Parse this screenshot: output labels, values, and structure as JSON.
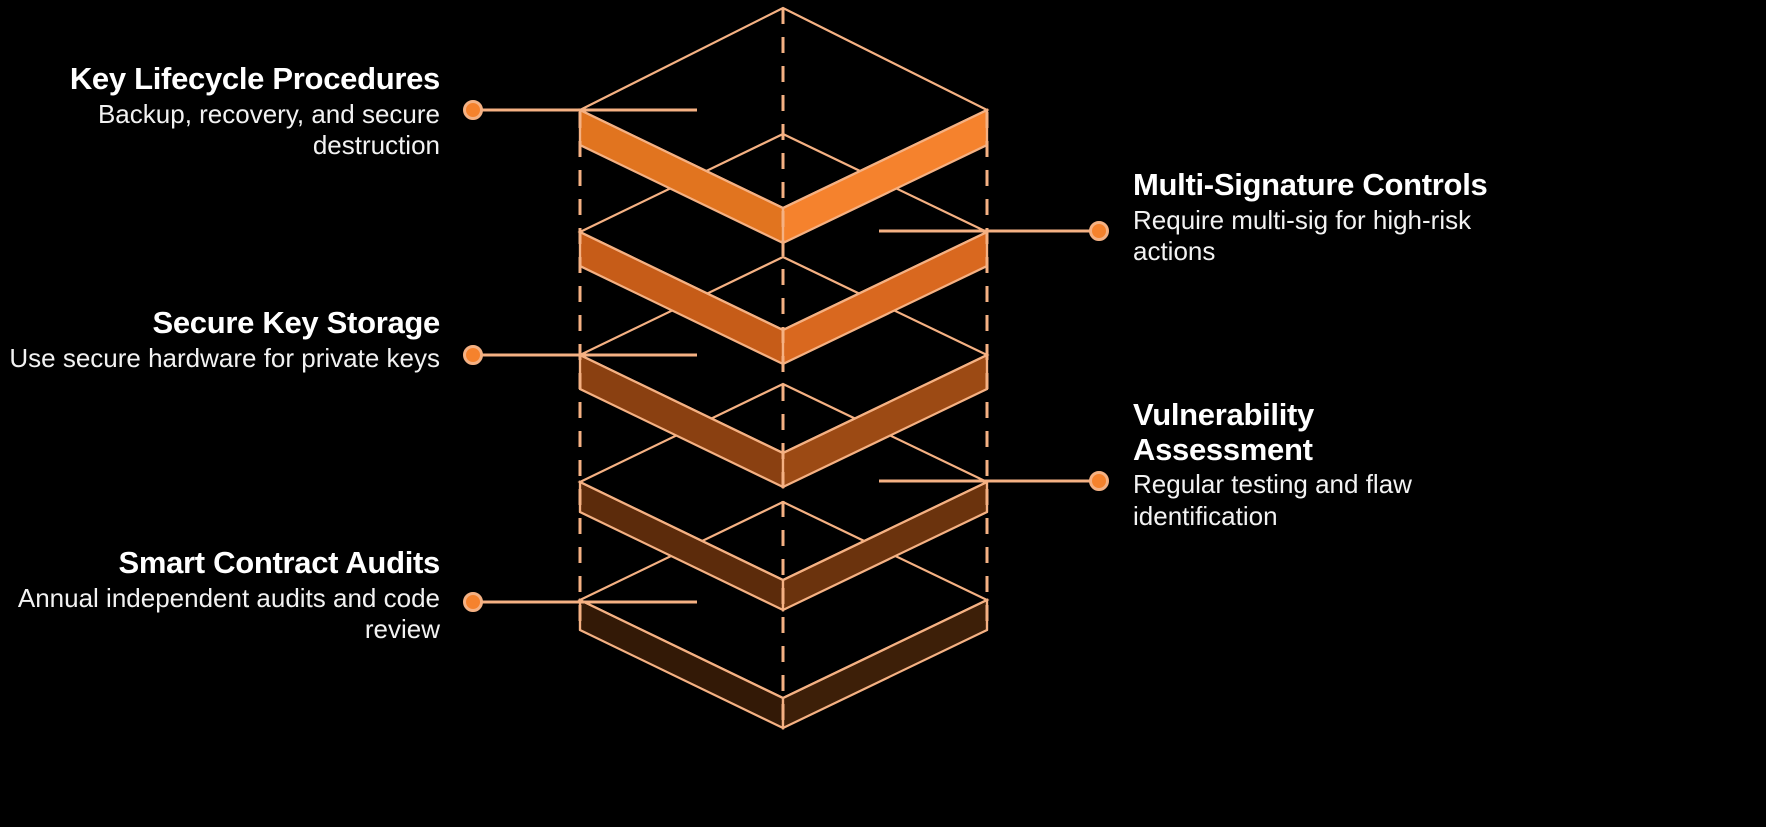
{
  "background_color": "#000000",
  "theme": {
    "accent_orange": "#F5822D",
    "outline_peach": "#F5B183",
    "dot_fill": "#F5822D",
    "dot_stroke": "#F5B183",
    "title_color": "#FFFFFF",
    "desc_color": "#F2F2F2"
  },
  "diagram": {
    "type": "isometric-layer-stack",
    "layer_count": 5,
    "layers": [
      {
        "index": 1,
        "face_color": "#F5822D",
        "side_color": "#E1741F",
        "label": "top-layer"
      },
      {
        "index": 2,
        "face_color": "#D9681F",
        "side_color": "#C65C18",
        "label": "second-layer"
      },
      {
        "index": 3,
        "face_color": "#9C4A14",
        "side_color": "#8A4011",
        "label": "third-layer"
      },
      {
        "index": 4,
        "face_color": "#6B330D",
        "side_color": "#5C2B0B",
        "label": "fourth-layer"
      },
      {
        "index": 5,
        "face_color": "#3D1F08",
        "side_color": "#331906",
        "label": "bottom-layer"
      }
    ]
  },
  "callouts": {
    "left": [
      {
        "id": "key-lifecycle",
        "title": "Key Lifecycle Procedures",
        "description": "Backup, recovery, and secure destruction"
      },
      {
        "id": "secure-storage",
        "title": "Secure Key Storage",
        "description": "Use secure hardware for private keys"
      },
      {
        "id": "smart-contract",
        "title": "Smart Contract Audits",
        "description": "Annual independent audits and code review"
      }
    ],
    "right": [
      {
        "id": "multi-sig",
        "title": "Multi-Signature Controls",
        "description": "Require multi-sig for high-risk actions"
      },
      {
        "id": "vulnerability",
        "title": "Vulnerability Assessment",
        "description": "Regular testing and flaw identification"
      }
    ]
  }
}
